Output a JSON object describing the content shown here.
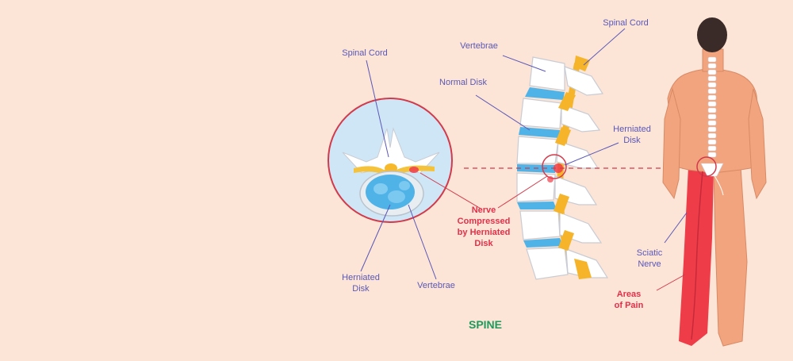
{
  "labels": {
    "cross_spinal_cord": "Spinal Cord",
    "cross_herniated_1": "Herniated",
    "cross_herniated_2": "Disk",
    "cross_vertebrae": "Vertebrae",
    "side_vertebrae": "Vertebrae",
    "side_normal_disk": "Normal Disk",
    "side_spinal_cord": "Spinal Cord",
    "side_herniated_1": "Herniated",
    "side_herniated_2": "Disk",
    "nerve_1": "Nerve",
    "nerve_2": "Compressed",
    "nerve_3": "by Herniated",
    "nerve_4": "Disk",
    "sciatic_1": "Sciatic",
    "sciatic_2": "Nerve",
    "pain_1": "Areas",
    "pain_2": "of Pain",
    "title": "SPINE"
  },
  "colors": {
    "background": "#fce5d6",
    "label_blue": "#5a57b7",
    "label_red": "#e0314a",
    "label_green": "#1e9a5c",
    "circle_fill": "#cfe6f7",
    "circle_border": "#d23a4b",
    "disk_blue": "#4fb3e8",
    "nerve_yellow": "#f5c33b",
    "body_skin": "#f2a47e",
    "pain_red": "#ef3c49"
  }
}
